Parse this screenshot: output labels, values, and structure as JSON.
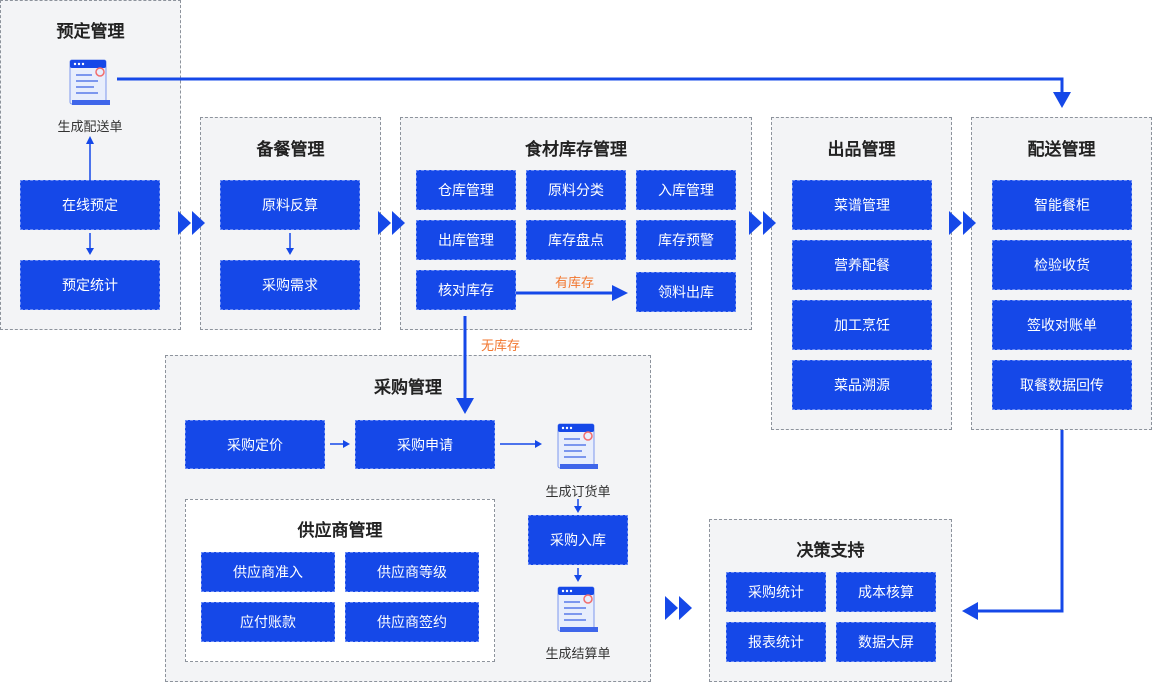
{
  "modules": {
    "booking": {
      "title": "预定管理",
      "doc_label": "生成配送单",
      "items": [
        "在线预定",
        "预定统计"
      ]
    },
    "prep": {
      "title": "备餐管理",
      "items": [
        "原料反算",
        "采购需求"
      ]
    },
    "inventory": {
      "title": "食材库存管理",
      "items": [
        "仓库管理",
        "原料分类",
        "入库管理",
        "出库管理",
        "库存盘点",
        "库存预警",
        "核对库存",
        "领料出库"
      ],
      "has_stock_label": "有库存",
      "no_stock_label": "无库存"
    },
    "output": {
      "title": "出品管理",
      "items": [
        "菜谱管理",
        "营养配餐",
        "加工烹饪",
        "菜品溯源"
      ]
    },
    "delivery": {
      "title": "配送管理",
      "items": [
        "智能餐柜",
        "检验收货",
        "签收对账单",
        "取餐数据回传"
      ]
    },
    "purchase": {
      "title": "采购管理",
      "items": [
        "采购定价",
        "采购申请",
        "采购入库"
      ],
      "doc_order_label": "生成订货单",
      "doc_settle_label": "生成结算单"
    },
    "supplier": {
      "title": "供应商管理",
      "items": [
        "供应商准入",
        "供应商等级",
        "应付账款",
        "供应商签约"
      ]
    },
    "decision": {
      "title": "决策支持",
      "items": [
        "采购统计",
        "成本核算",
        "报表统计",
        "数据大屏"
      ]
    }
  },
  "colors": {
    "primary": "#1548e8",
    "accent": "#f2762e",
    "panel_bg": "#f3f4f6",
    "border": "#8d939c"
  },
  "icons": [
    "document-icon",
    "double-chevron-right-icon",
    "arrow-icon"
  ]
}
